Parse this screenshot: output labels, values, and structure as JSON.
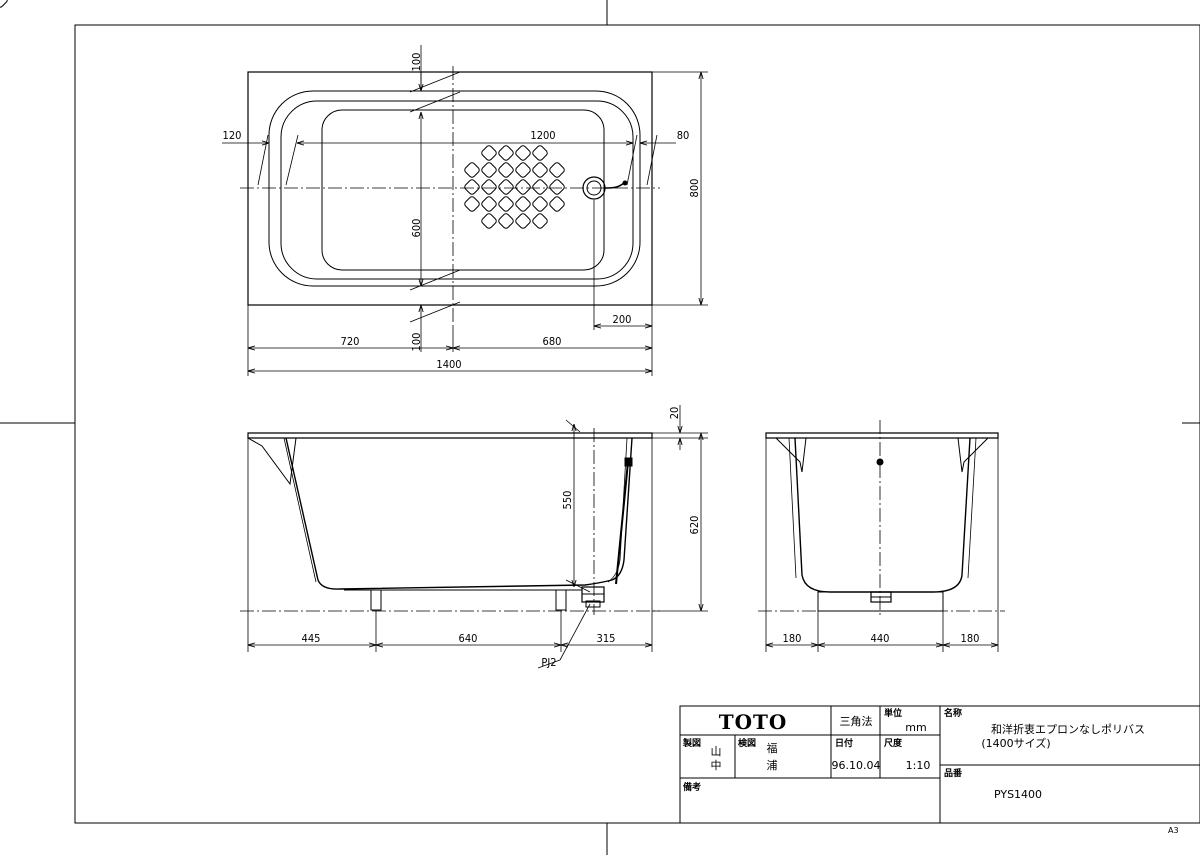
{
  "plan_view": {
    "dims": {
      "top_gap": "100",
      "bottom_gap": "100",
      "left_rim": "120",
      "inner_length": "1200",
      "right_rim": "80",
      "inner_width": "600",
      "overall_width": "800",
      "drain_offset": "200",
      "left_to_center": "720",
      "center_to_right": "680",
      "overall_length": "1400"
    }
  },
  "front_view": {
    "dims": {
      "rim": "20",
      "depth": "550",
      "height": "620",
      "left": "445",
      "mid": "640",
      "right": "315",
      "part": "PJ2"
    }
  },
  "side_view": {
    "dims": {
      "left": "180",
      "mid": "440",
      "right": "180"
    }
  },
  "title_block": {
    "logo": "TOTO",
    "projection": "三角法",
    "unit_label": "単位",
    "unit": "mm",
    "name_label": "名称",
    "name_line1": "和洋折衷エプロンなしポリバス",
    "name_line2": "(1400サイズ)",
    "drawn_label": "製図",
    "drawn_by_1": "山",
    "drawn_by_2": "中",
    "checked_label": "検図",
    "checked_by_1": "福",
    "checked_by_2": "浦",
    "date_label": "日付",
    "date": "96.10.04",
    "scale_label": "尺度",
    "scale": "1:10",
    "part_no_label": "品番",
    "part_no": "PYS1400",
    "remarks_label": "備考"
  },
  "sheet_size": "A3"
}
